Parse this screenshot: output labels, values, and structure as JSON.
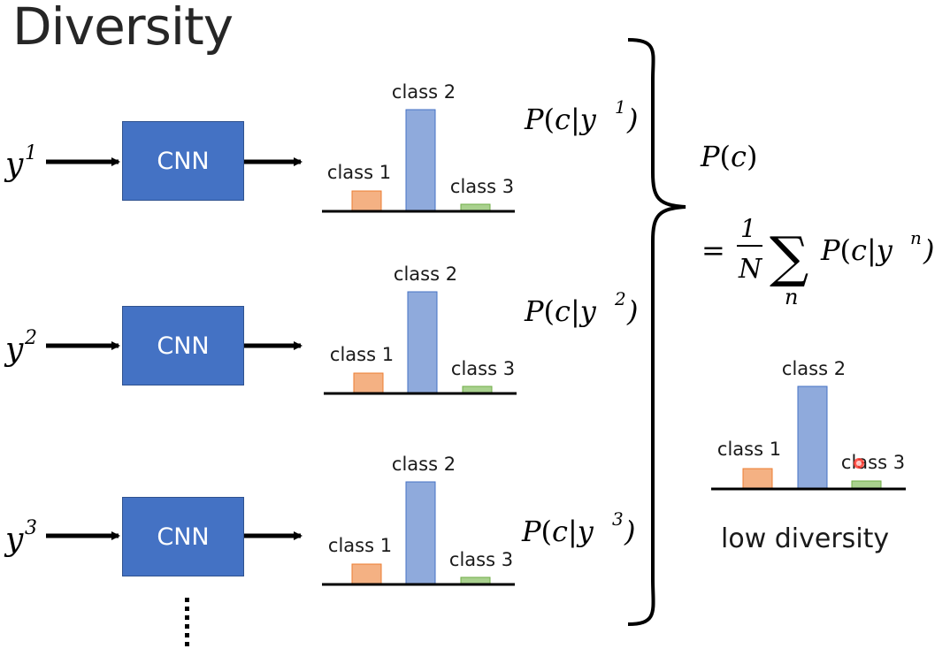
{
  "title": "Diversity",
  "cnn_label": "CNN",
  "inputs": [
    "y^1",
    "y^2",
    "y^3"
  ],
  "class_labels": [
    "class 1",
    "class 2",
    "class 3"
  ],
  "conditionals": [
    "P(c|y^1)",
    "P(c|y^2)",
    "P(c|y^3)"
  ],
  "marginal": {
    "lhs": "P(c)",
    "rhs": "= 1/N Σ_n P(c|y^n)"
  },
  "caption": "low diversity",
  "continuation": "⋮",
  "colors": {
    "cnn": "#4472c4",
    "class1": "#f4b183",
    "class2": "#8faadc",
    "class3": "#a9d18e"
  }
}
